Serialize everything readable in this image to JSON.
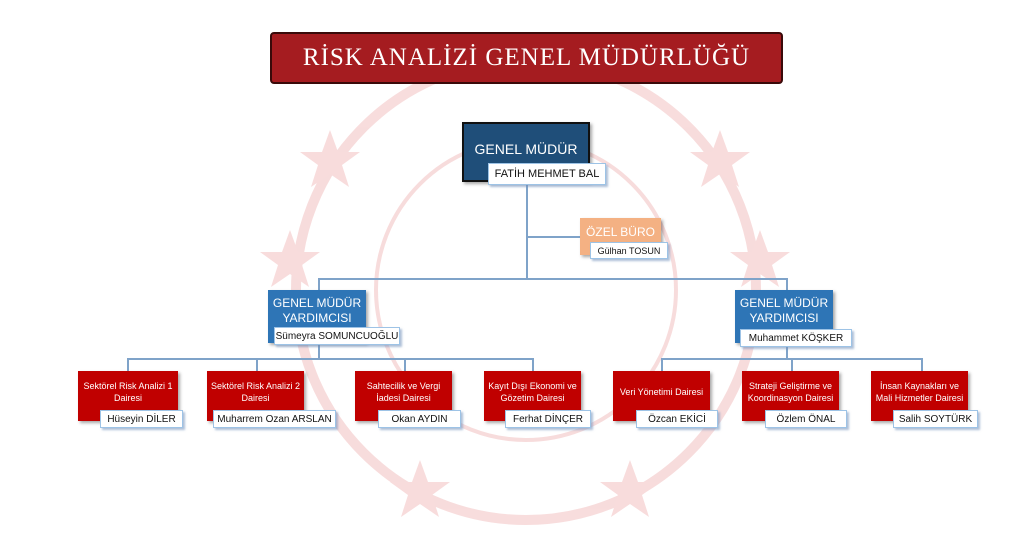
{
  "title": "RİSK ANALİZİ GENEL MÜDÜRLÜĞÜ",
  "colors": {
    "title": "#a51c20",
    "gm": "#1f4e79",
    "ozel": "#f4b183",
    "gmy": "#2e75b6",
    "dept": "#c00000"
  },
  "gm": {
    "role": "GENEL MÜDÜR",
    "name": "FATİH MEHMET BAL"
  },
  "ozel": {
    "role": "ÖZEL BÜRO",
    "name": "Gülhan TOSUN"
  },
  "gmy_left": {
    "role": "GENEL MÜDÜR YARDIMCISI",
    "name": "Sümeyra SOMUNCUOĞLU"
  },
  "gmy_right": {
    "role": "GENEL MÜDÜR YARDIMCISI",
    "name": "Muhammet KÖŞKER"
  },
  "depts": [
    {
      "unit": "Sektörel Risk Analizi 1 Dairesi",
      "name": "Hüseyin DİLER"
    },
    {
      "unit": "Sektörel Risk Analizi 2 Dairesi",
      "name": "Muharrem Ozan ARSLAN"
    },
    {
      "unit": "Sahtecilik ve Vergi İadesi Dairesi",
      "name": "Okan AYDIN"
    },
    {
      "unit": "Kayıt Dışı Ekonomi ve Gözetim Dairesi",
      "name": "Ferhat DİNÇER"
    },
    {
      "unit": "Veri Yönetimi Dairesi",
      "name": "Özcan EKİCİ"
    },
    {
      "unit": "Strateji Geliştirme ve Koordinasyon Dairesi",
      "name": "Özlem ÖNAL"
    },
    {
      "unit": "İnsan Kaynakları ve Mali Hizmetler Dairesi",
      "name": "Salih SOYTÜRK"
    }
  ]
}
